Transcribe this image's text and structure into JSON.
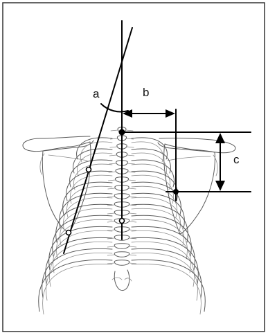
{
  "labels": {
    "a": "a",
    "b": "b",
    "c": "c"
  },
  "colors": {
    "line": "#000000",
    "skeleton": "#5a5a5a",
    "frame": "#333333",
    "background": "#ffffff"
  }
}
